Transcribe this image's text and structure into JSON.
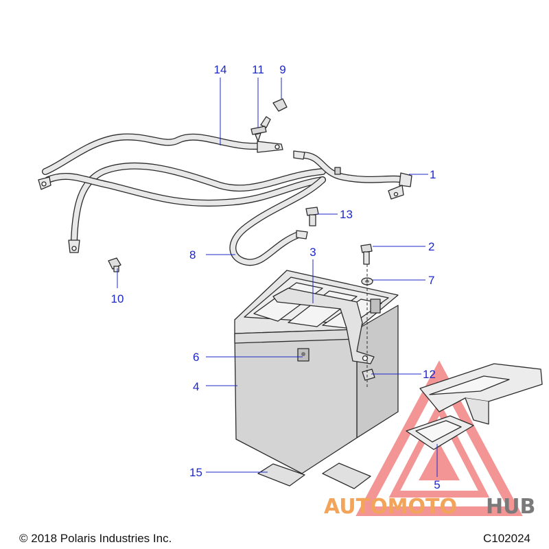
{
  "callouts": [
    {
      "id": "1",
      "label": "1"
    },
    {
      "id": "2",
      "label": "2"
    },
    {
      "id": "3",
      "label": "3"
    },
    {
      "id": "4",
      "label": "4"
    },
    {
      "id": "5",
      "label": "5"
    },
    {
      "id": "6",
      "label": "6"
    },
    {
      "id": "7",
      "label": "7"
    },
    {
      "id": "8",
      "label": "8"
    },
    {
      "id": "9",
      "label": "9"
    },
    {
      "id": "10",
      "label": "10"
    },
    {
      "id": "11",
      "label": "11"
    },
    {
      "id": "12",
      "label": "12"
    },
    {
      "id": "13",
      "label": "13"
    },
    {
      "id": "14",
      "label": "14"
    },
    {
      "id": "15",
      "label": "15"
    }
  ],
  "footer": {
    "copyright": "© 2018 Polaris Industries Inc.",
    "diagram_code": "C102024"
  },
  "watermark": {
    "brand_part1": "AUTOMOTO",
    "brand_part2": "HUB",
    "color_orange": "#f2a55a",
    "color_grey": "#7a7a7a",
    "color_red": "#ea4040"
  },
  "colors": {
    "callout_blue": "#1c27c9",
    "battery_fill": "#d4d4d4",
    "battery_top": "#e6e6e6"
  }
}
